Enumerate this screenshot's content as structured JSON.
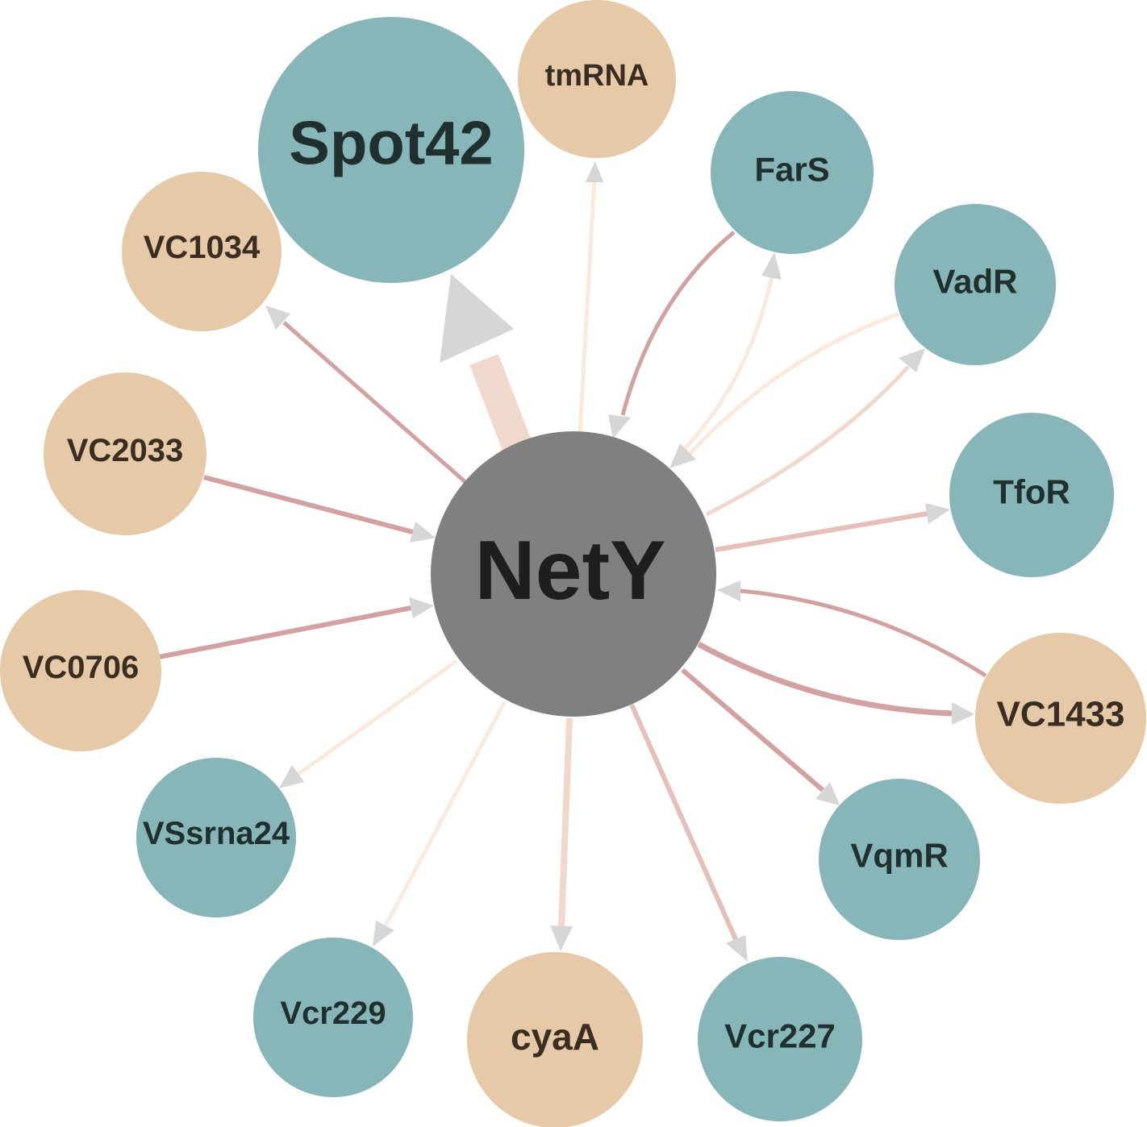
{
  "colors": {
    "teal": "#87b6b8",
    "tan": "#e6c9a6",
    "hub": "#808080",
    "label_dark": "#20302f",
    "label_brown": "#3a2e22",
    "label_hub": "#1e1e1e",
    "arrowhead": "#d6d6d6",
    "edge_strong": "#d4a1a1",
    "edge_mid": "#e5bfb8",
    "edge_light": "#f1d8cc",
    "edge_faint": "#faeade"
  },
  "hub": {
    "label": "NetY"
  },
  "nodes": [
    {
      "id": "spot42",
      "label": "Spot42",
      "kind": "teal"
    },
    {
      "id": "tmrna",
      "label": "tmRNA",
      "kind": "tan"
    },
    {
      "id": "fars",
      "label": "FarS",
      "kind": "teal"
    },
    {
      "id": "vadr",
      "label": "VadR",
      "kind": "teal"
    },
    {
      "id": "tfor",
      "label": "TfoR",
      "kind": "teal"
    },
    {
      "id": "vc1433",
      "label": "VC1433",
      "kind": "tan"
    },
    {
      "id": "vqmr",
      "label": "VqmR",
      "kind": "teal"
    },
    {
      "id": "vcr227",
      "label": "Vcr227",
      "kind": "teal"
    },
    {
      "id": "cyaa",
      "label": "cyaA",
      "kind": "tan"
    },
    {
      "id": "vcr229",
      "label": "Vcr229",
      "kind": "teal"
    },
    {
      "id": "vssrna24",
      "label": "VSsrna24",
      "kind": "teal"
    },
    {
      "id": "vc0706",
      "label": "VC0706",
      "kind": "tan"
    },
    {
      "id": "vc2033",
      "label": "VC2033",
      "kind": "tan"
    },
    {
      "id": "vc1034",
      "label": "VC1034",
      "kind": "tan"
    }
  ],
  "edges": [
    {
      "id": "nety-spot42",
      "from": "nety",
      "to": "spot42",
      "direction": "out",
      "weight": "strongest"
    },
    {
      "id": "nety-tmrna",
      "from": "nety",
      "to": "tmrna",
      "direction": "out",
      "weight": "faint"
    },
    {
      "id": "fars-nety",
      "from": "fars",
      "to": "nety",
      "direction": "in",
      "weight": "strong"
    },
    {
      "id": "nety-fars",
      "from": "nety",
      "to": "fars",
      "direction": "out",
      "weight": "faint"
    },
    {
      "id": "vadr-nety",
      "from": "vadr",
      "to": "nety",
      "direction": "in",
      "weight": "faint"
    },
    {
      "id": "nety-vadr",
      "from": "nety",
      "to": "vadr",
      "direction": "out",
      "weight": "light"
    },
    {
      "id": "nety-tfor",
      "from": "nety",
      "to": "tfor",
      "direction": "out",
      "weight": "mid"
    },
    {
      "id": "vc1433-nety",
      "from": "vc1433",
      "to": "nety",
      "direction": "in",
      "weight": "strong"
    },
    {
      "id": "nety-vc1433",
      "from": "nety",
      "to": "vc1433",
      "direction": "out",
      "weight": "strong"
    },
    {
      "id": "nety-vqmr",
      "from": "nety",
      "to": "vqmr",
      "direction": "out",
      "weight": "strong"
    },
    {
      "id": "nety-vcr227",
      "from": "nety",
      "to": "vcr227",
      "direction": "out",
      "weight": "mid"
    },
    {
      "id": "nety-cyaa",
      "from": "nety",
      "to": "cyaa",
      "direction": "out",
      "weight": "light"
    },
    {
      "id": "nety-vcr229",
      "from": "nety",
      "to": "vcr229",
      "direction": "out",
      "weight": "faint"
    },
    {
      "id": "nety-vssrna24",
      "from": "nety",
      "to": "vssrna24",
      "direction": "out",
      "weight": "faint"
    },
    {
      "id": "vc0706-nety",
      "from": "vc0706",
      "to": "nety",
      "direction": "in",
      "weight": "strong"
    },
    {
      "id": "vc2033-nety",
      "from": "vc2033",
      "to": "nety",
      "direction": "in",
      "weight": "strong"
    },
    {
      "id": "nety-vc1034",
      "from": "nety",
      "to": "vc1034",
      "direction": "out",
      "weight": "strong"
    }
  ]
}
